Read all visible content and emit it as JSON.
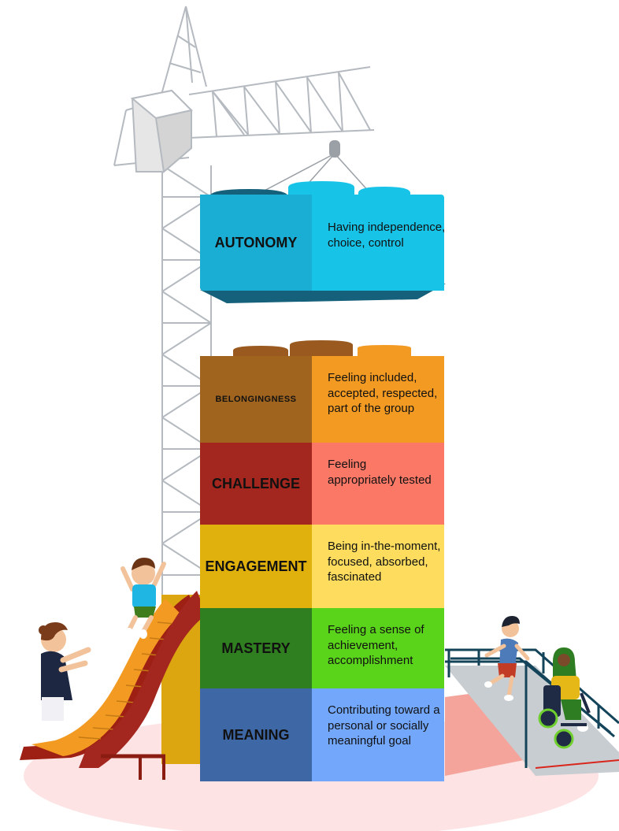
{
  "blocks": [
    {
      "key": "autonomy",
      "label": "AUTONOMY",
      "lines": [
        "Having independence,",
        "choice, control"
      ],
      "colors": {
        "front": "#1aaed4",
        "side": "#18c3e8",
        "dark": "#15607a"
      }
    },
    {
      "key": "belongingness",
      "label": "BELONGINGNESS",
      "lines": [
        "Feeling included,",
        "accepted, respected,",
        "part of the group"
      ],
      "colors": {
        "front": "#a0641f",
        "side": "#f39a22",
        "stud": "#9a5a1f"
      }
    },
    {
      "key": "challenge",
      "label": "CHALLENGE",
      "lines": [
        "Feeling",
        "appropriately tested"
      ],
      "colors": {
        "front": "#a3271e",
        "side": "#fb7866"
      }
    },
    {
      "key": "engagement",
      "label": "ENGAGEMENT",
      "lines": [
        "Being in-the-moment,",
        "focused, absorbed,",
        "fascinated"
      ],
      "colors": {
        "front": "#e0b10d",
        "side": "#fedc5e"
      }
    },
    {
      "key": "mastery",
      "label": "MASTERY",
      "lines": [
        "Feeling a sense of",
        "achievement,",
        "accomplishment"
      ],
      "colors": {
        "front": "#2f7e1f",
        "side": "#5ad41a"
      }
    },
    {
      "key": "meaning",
      "label": "MEANING",
      "lines": [
        "Contributing toward a",
        "personal or socially",
        "meaningful goal"
      ],
      "colors": {
        "front": "#3e67a5",
        "side": "#73a7fb"
      }
    }
  ]
}
